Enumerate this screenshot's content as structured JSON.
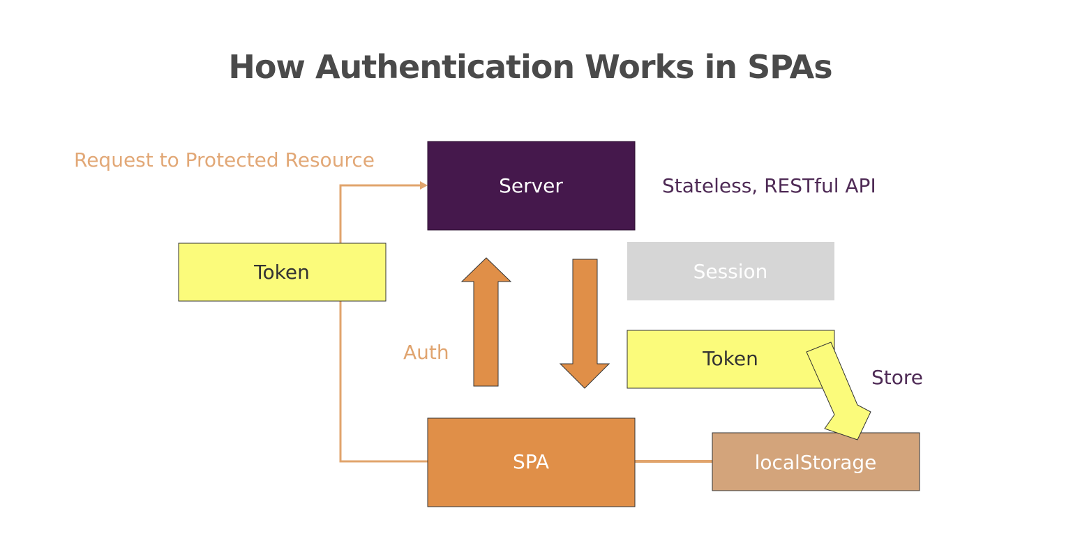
{
  "title": "How Authentication Works in SPAs",
  "labels": {
    "request": "Request to Protected Resource",
    "stateless": "Stateless, RESTful API",
    "auth": "Auth",
    "store": "Store"
  },
  "nodes": {
    "server": "Server",
    "token_left": "Token",
    "session": "Session",
    "token_right": "Token",
    "spa": "SPA",
    "local_storage": "localStorage"
  },
  "colors": {
    "title": "#4a4a4a",
    "server_fill": "#45184c",
    "server_text": "#ffffff",
    "token_fill": "#fbfb7b",
    "token_text": "#333333",
    "session_fill": "#d6d6d6",
    "session_text": "#ffffff",
    "spa_fill": "#e08f48",
    "spa_text": "#ffffff",
    "local_storage_fill": "#d3a47b",
    "local_storage_text": "#ffffff",
    "orange_arrow": "#e08f48",
    "request_text": "#e2a877",
    "auth_text": "#e0a46f",
    "purple_text": "#4e2a55",
    "line": "#e1a46c",
    "stroke": "#333333"
  }
}
